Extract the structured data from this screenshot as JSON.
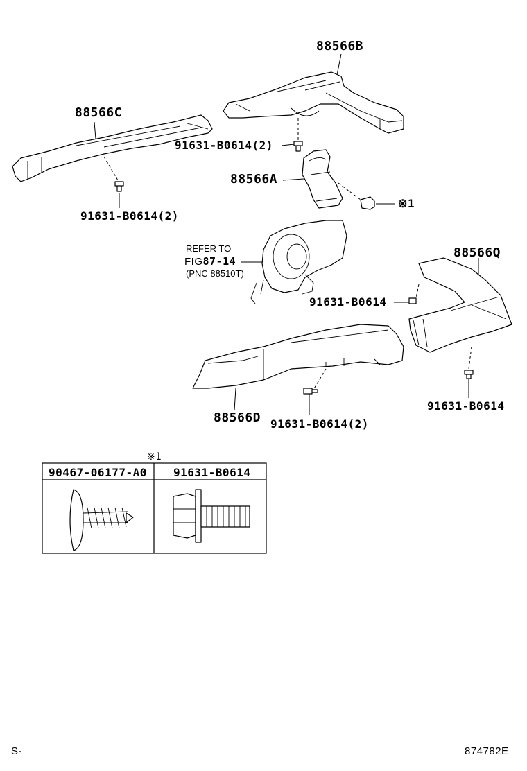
{
  "parts": {
    "duct_b": "88566B",
    "duct_c": "88566C",
    "duct_a": "88566A",
    "duct_q": "88566Q",
    "duct_d": "88566D"
  },
  "bolts": {
    "under_b": "91631-B0614(2)",
    "under_c": "91631-B0614(2)",
    "left_q": "91631-B0614",
    "under_q": "91631-B0614",
    "under_d": "91631-B0614(2)"
  },
  "clip_mark": "※1",
  "refer": {
    "line1": "REFER TO",
    "line2_prefix": "FIG",
    "line2_ref": "87-14",
    "line3": "(PNC 88510T)"
  },
  "table": {
    "mark": "※1",
    "headers": [
      "90467-06177-A0",
      "91631-B0614"
    ]
  },
  "footer": {
    "left": "S-",
    "right": "874782E"
  }
}
